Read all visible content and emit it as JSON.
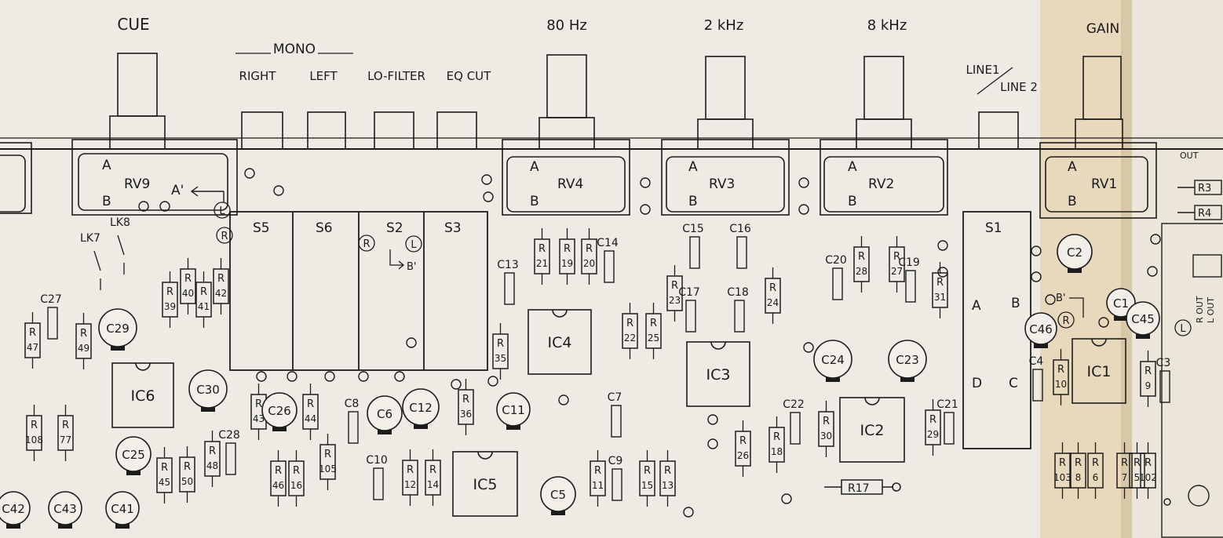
{
  "colors": {
    "paper": "#eeebe4",
    "ink": "#1c1c1c",
    "stain": "#e2c9a0",
    "stain_dark": "#d9b98a",
    "fold": "#c9b48f"
  },
  "panel_labels": {
    "cue": "CUE",
    "mono": "MONO",
    "right": "RIGHT",
    "left": "LEFT",
    "lo_filter": "LO-FILTER",
    "eq_cut": "EQ CUT",
    "hz80": "80 Hz",
    "khz2": "2 kHz",
    "khz8": "8 kHz",
    "line1": "LINE1",
    "line2": "LINE 2",
    "gain": "GAIN"
  },
  "pots": [
    {
      "ref": "RV9",
      "a": "A",
      "b": "B",
      "extra": "A'"
    },
    {
      "ref": "RV4",
      "a": "A",
      "b": "B"
    },
    {
      "ref": "RV3",
      "a": "A",
      "b": "B"
    },
    {
      "ref": "RV2",
      "a": "A",
      "b": "B"
    },
    {
      "ref": "RV1",
      "a": "A",
      "b": "B"
    }
  ],
  "switches": {
    "s5": "S5",
    "s6": "S6",
    "s2": "S2",
    "s3": "S3",
    "s1": "S1",
    "s1_pins": [
      "A",
      "B",
      "D",
      "C"
    ]
  },
  "links": [
    "LK7",
    "LK8"
  ],
  "ics": [
    "IC6",
    "IC4",
    "IC5",
    "IC3",
    "IC2",
    "IC1"
  ],
  "markers": {
    "R": "R",
    "L": "L",
    "B_prime": "B'"
  },
  "resistors": [
    "39",
    "40",
    "41",
    "42",
    "47",
    "49",
    "108",
    "77",
    "45",
    "50",
    "48",
    "43",
    "44",
    "46",
    "16",
    "105",
    "12",
    "14",
    "36",
    "35",
    "21",
    "19",
    "20",
    "22",
    "25",
    "23",
    "24",
    "11",
    "15",
    "13",
    "26",
    "18",
    "28",
    "27",
    "31",
    "30",
    "29",
    "10",
    "9",
    "103",
    "8",
    "6",
    "7",
    "5",
    "102"
  ],
  "caps": [
    "C27",
    "C29",
    "C30",
    "C25",
    "C26",
    "C6",
    "C12",
    "C11",
    "C5",
    "C42",
    "C43",
    "C41",
    "C28",
    "C8",
    "C10",
    "C13",
    "C14",
    "C7",
    "C9",
    "C15",
    "C16",
    "C17",
    "C18",
    "C24",
    "C23",
    "C22",
    "C21",
    "C20",
    "C19",
    "C4",
    "C2",
    "C1",
    "C46",
    "C45",
    "C3"
  ],
  "r17": "R17",
  "edge": {
    "r3": "R3",
    "r4": "R4",
    "out_label": "OUT",
    "r_out": "R OUT",
    "l_out": "L OUT",
    "l_marker": "L"
  }
}
